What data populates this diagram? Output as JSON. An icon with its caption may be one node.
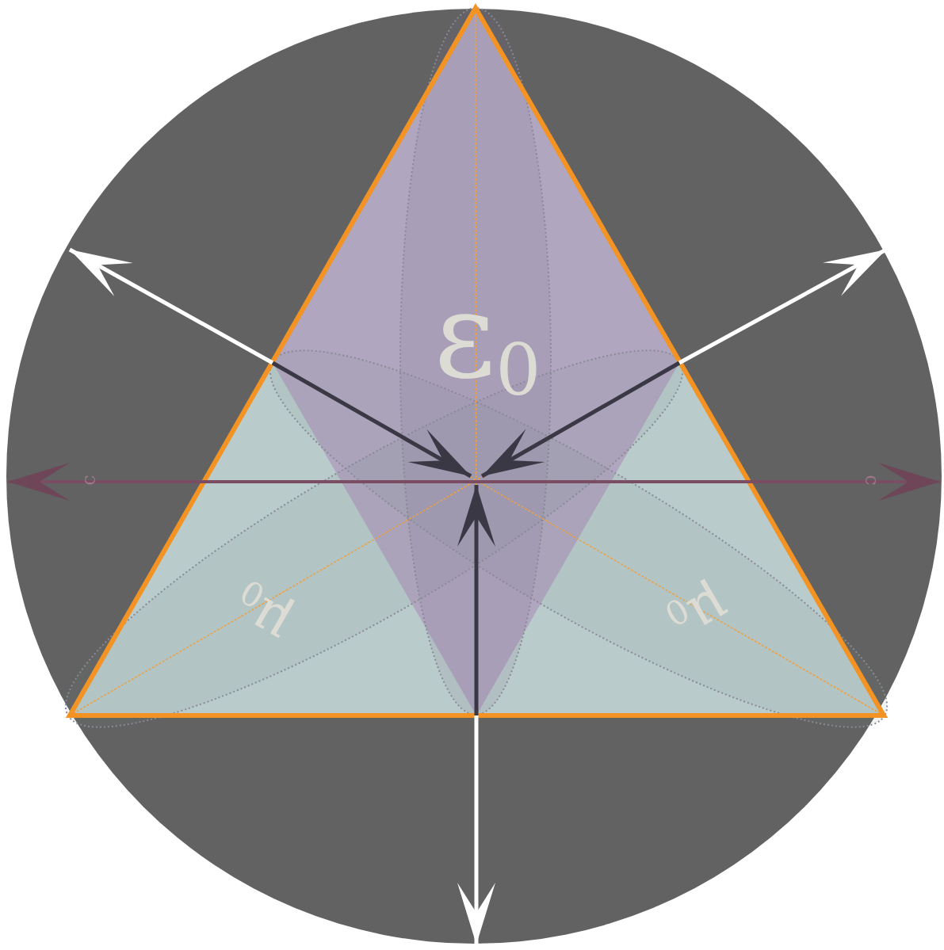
{
  "diagram": {
    "labels": [
      "ε$_{0}$",
      "c",
      "c",
      "μ$_{0}$",
      "μ$_{0}$"
    ]
  }
}
